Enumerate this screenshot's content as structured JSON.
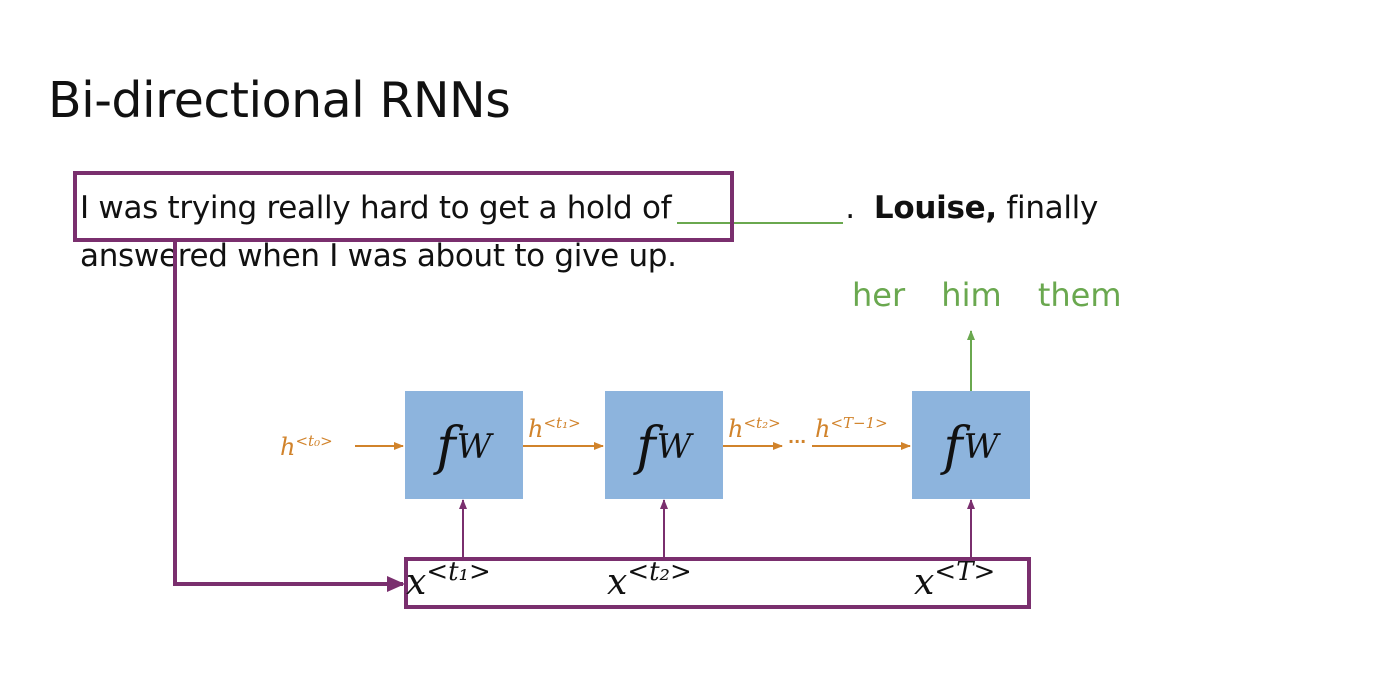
{
  "title": "Bi-directional RNNs",
  "sentence": {
    "line1_part1": "I was trying really hard to get a hold of",
    "line1_period": ".",
    "line1_bold": "Louise,",
    "line1_part2": "finally",
    "line2": "answered when I was about to give up."
  },
  "candidates": [
    "her",
    "him",
    "them"
  ],
  "cells": [
    {
      "f": "f",
      "sub": "W"
    },
    {
      "f": "f",
      "sub": "W"
    },
    {
      "f": "f",
      "sub": "W"
    }
  ],
  "hidden_labels": {
    "h0": {
      "base": "h",
      "sup": "<t₀>"
    },
    "h1": {
      "base": "h",
      "sup": "<t₁>"
    },
    "h2": {
      "base": "h",
      "sup": "<t₂>"
    },
    "hT1": {
      "base": "h",
      "sup": "<T−1>"
    },
    "ellipsis": "..."
  },
  "inputs": [
    {
      "base": "x",
      "sup": "<t₁>"
    },
    {
      "base": "x",
      "sup": "<t₂>"
    },
    {
      "base": "x",
      "sup": "<T>"
    }
  ],
  "colors": {
    "purple": "#7a2f6e",
    "orange": "#d1832b",
    "green": "#6aa84f",
    "cell_blue": "#8db4dd"
  }
}
